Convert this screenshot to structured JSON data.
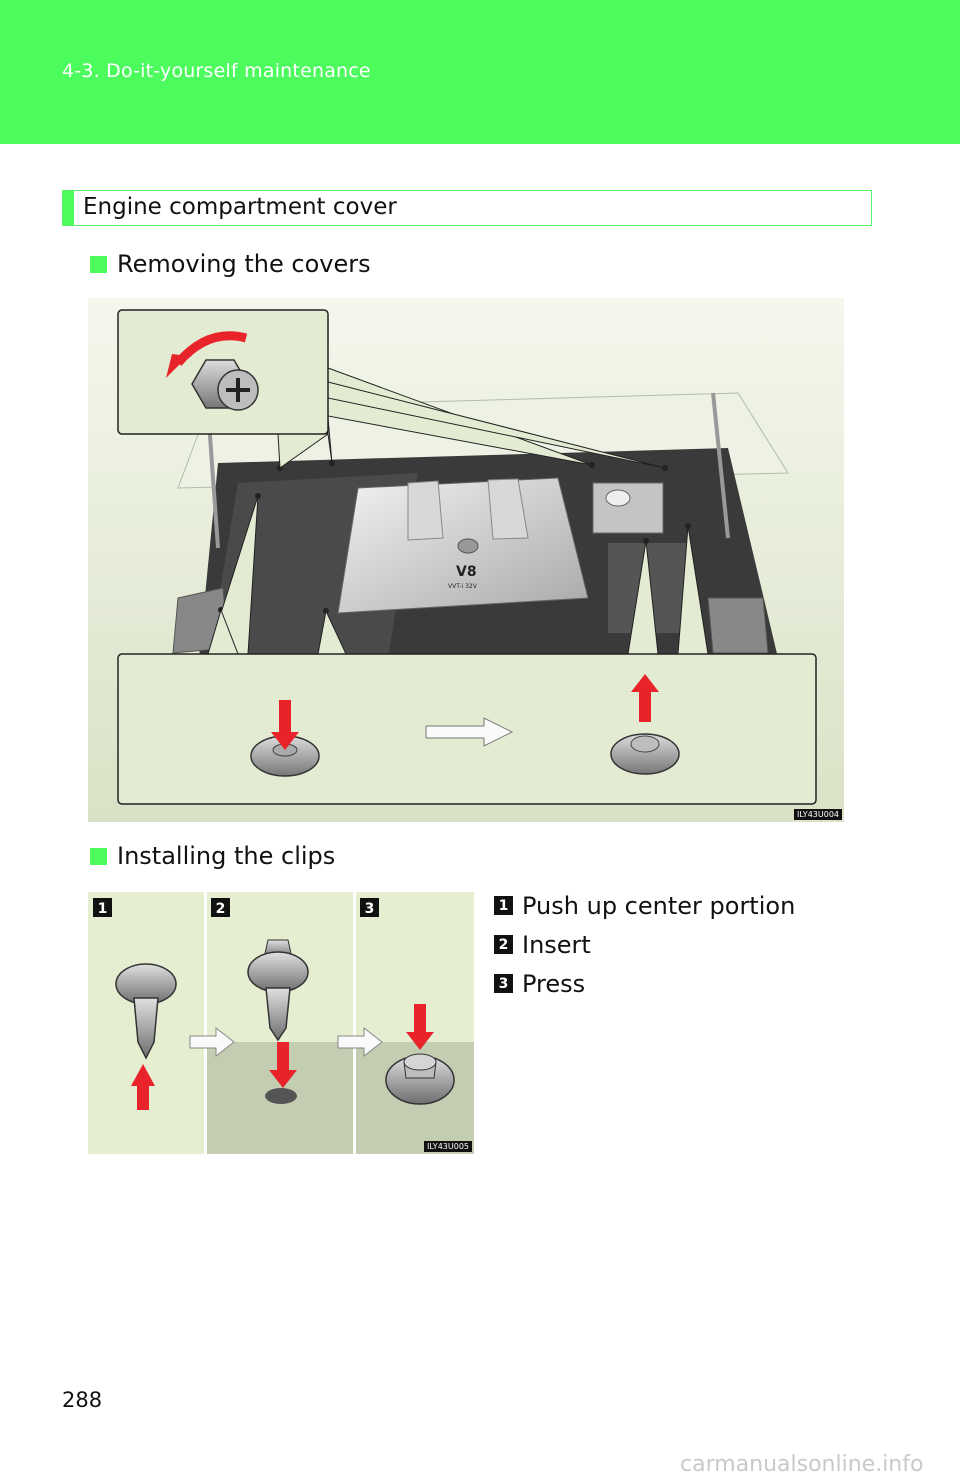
{
  "header": {
    "section": "4-3. Do-it-yourself maintenance"
  },
  "section_title": "Engine compartment cover",
  "removing": {
    "heading": "Removing the covers",
    "figure_code": "ILY43U004",
    "badge_text": "V8",
    "badge_sub": "VVT-i 32V"
  },
  "installing": {
    "heading": "Installing the clips",
    "figure_code": "ILY43U005",
    "steps": [
      {
        "num": "1",
        "text": "Push up center portion"
      },
      {
        "num": "2",
        "text": "Insert"
      },
      {
        "num": "3",
        "text": "Press"
      }
    ]
  },
  "page_number": "288",
  "watermark": "carmanualsonline.info",
  "colors": {
    "accent": "#4cfc5c",
    "arrow_red": "#e8242a"
  }
}
